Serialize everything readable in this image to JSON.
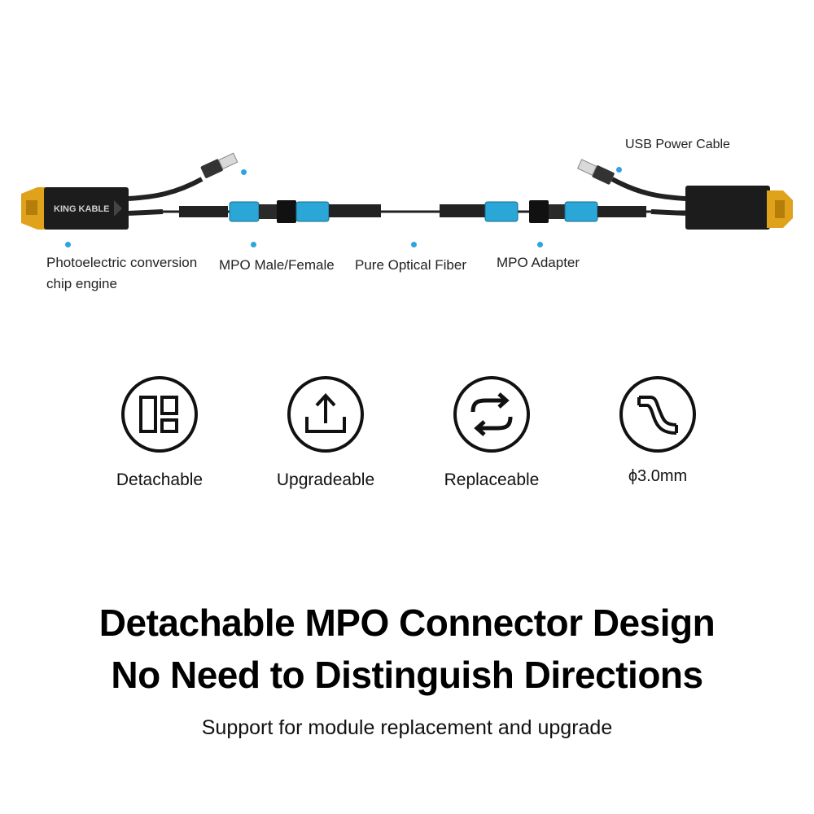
{
  "diagram": {
    "brand_label": "KING KABLE",
    "callouts": {
      "usb_power": "USB Power Cable",
      "chip_engine_line1": "Photoelectric conversion",
      "chip_engine_line2": "chip engine",
      "mpo_male_female": "MPO Male/Female",
      "pure_fiber": "Pure Optical Fiber",
      "mpo_adapter": "MPO Adapter"
    },
    "colors": {
      "accent": "#2ea3e0",
      "connector_blue": "#2aa7d6",
      "gold": "#e0a21a",
      "body": "#1c1c1c"
    }
  },
  "features": [
    {
      "label": "Detachable",
      "icon": "detachable-icon"
    },
    {
      "label": "Upgradeable",
      "icon": "upload-icon"
    },
    {
      "label": "Replaceable",
      "icon": "swap-arrows-icon"
    },
    {
      "label": "ϕ3.0mm",
      "icon": "bent-cable-icon"
    }
  ],
  "headline": {
    "line1": "Detachable MPO Connector Design",
    "line2": "No Need to Distinguish Directions",
    "subtitle": "Support for module replacement and upgrade"
  }
}
